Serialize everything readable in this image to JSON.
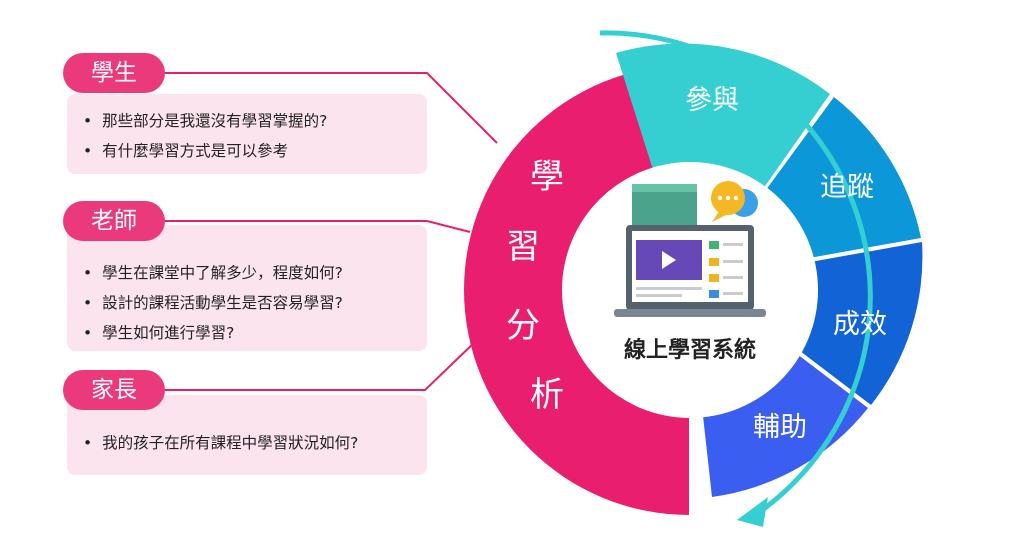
{
  "colors": {
    "pink": "#ea1e6e",
    "pill_pink": "#ea3a7c",
    "box_bg": "#fce4ee",
    "teal": "#36cfd1",
    "blue": "#0c98d8",
    "deep_blue": "#1264d6",
    "indigo": "#3a5ef0"
  },
  "roles": [
    {
      "name": "學生",
      "items": [
        "那些部分是我還沒有學習掌握的?",
        "有什麼學習方式是可以參考"
      ]
    },
    {
      "name": "老師",
      "items": [
        "學生在課堂中了解多少，程度如何?",
        "設計的課程活動學生是否容易學習?",
        "學生如何進行學習?"
      ]
    },
    {
      "name": "家長",
      "items": [
        "我的孩子在所有課程中學習狀況如何?"
      ]
    }
  ],
  "analysis": {
    "chars": [
      "學",
      "習",
      "分",
      "析"
    ]
  },
  "segments": [
    "參與",
    "追蹤",
    "成效",
    "輔助"
  ],
  "center": {
    "title": "線上學習系統",
    "icon": "laptop-book-chat-icon"
  }
}
